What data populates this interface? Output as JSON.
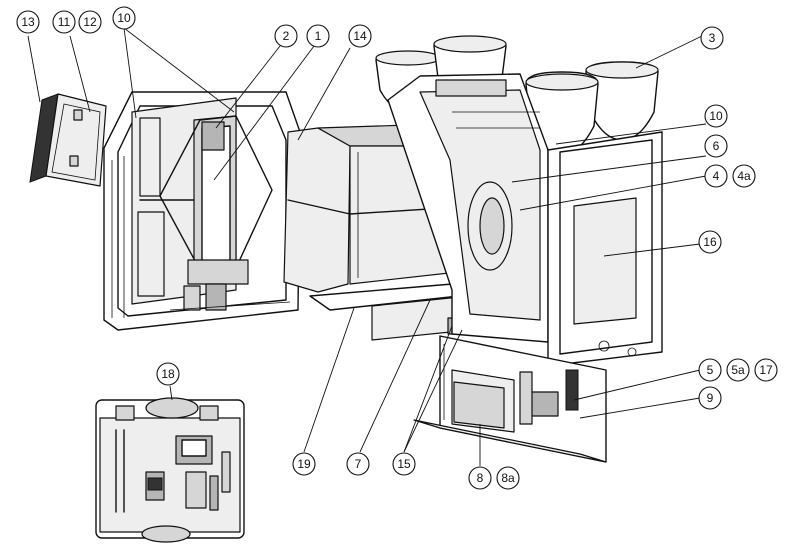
{
  "callouts": {
    "c1": "1",
    "c2": "2",
    "c3": "3",
    "c4": "4",
    "c4a": "4a",
    "c5": "5",
    "c5a": "5a",
    "c6": "6",
    "c7": "7",
    "c8": "8",
    "c8a": "8a",
    "c9": "9",
    "c10a": "10",
    "c10b": "10",
    "c11": "11",
    "c12": "12",
    "c13": "13",
    "c14": "14",
    "c15": "15",
    "c16": "16",
    "c17": "17",
    "c18": "18",
    "c19": "19"
  }
}
